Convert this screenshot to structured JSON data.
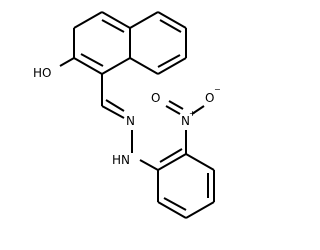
{
  "molecule": {
    "atoms": {
      "hydroxyl": "HO",
      "nitro_n": "N",
      "nitro_o1": "O",
      "nitro_o2": "O",
      "hydrazone_nh": "HN",
      "imine_n": "N"
    },
    "charges": {
      "nitro_n": "+",
      "nitro_o2": "−"
    }
  }
}
